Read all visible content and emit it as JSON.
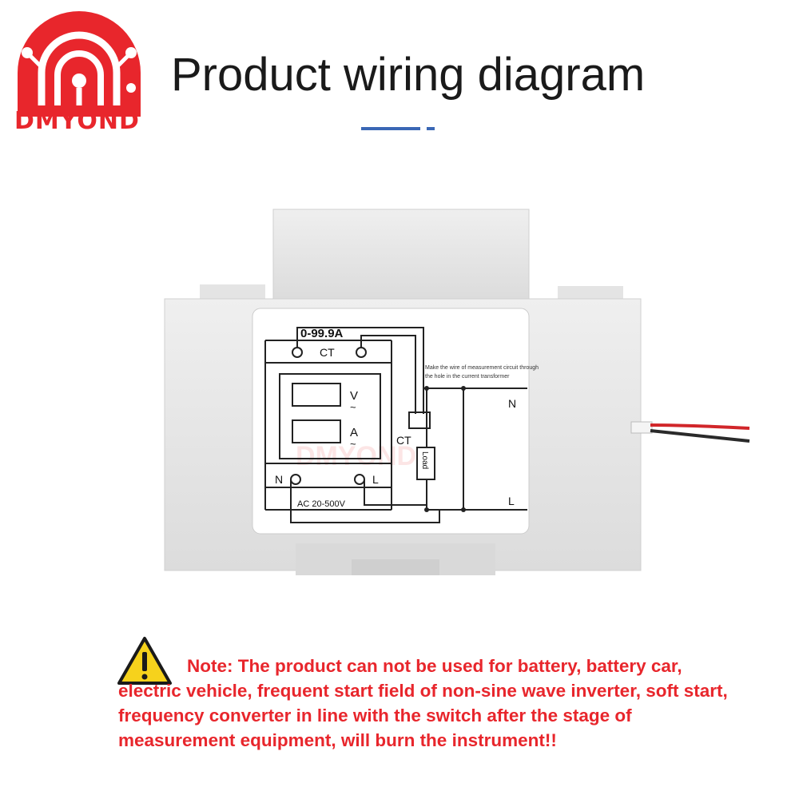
{
  "brand": {
    "name": "DMYOND"
  },
  "header": {
    "title": "Product wiring diagram"
  },
  "label": {
    "range": "0-99.9A",
    "ct_top": "CT",
    "v_symbol": "V",
    "a_symbol": "A",
    "tilde": "~",
    "ct_side": "CT",
    "n_terminal": "N",
    "l_terminal": "L",
    "supply": "AC 20-500V",
    "line_n": "N",
    "line_l": "L",
    "load": "Load",
    "instruction_line1": "Make the wire of measurement circuit through",
    "instruction_line2": "the hole in the current transformer"
  },
  "watermark": "DMYOND",
  "note": {
    "text": "Note: The product can not be used for battery, battery car, electric vehicle, frequent start field of non-sine wave inverter, soft start, frequency converter in line with the switch after the stage of measurement equipment, will burn the instrument!!"
  },
  "colors": {
    "brand_red": "#e8262c",
    "title_text": "#1a1a1a",
    "accent_blue": "#3a67b5",
    "device_grey": "#e7e7e7",
    "label_white": "#ffffff",
    "warning_yellow": "#f6d21c"
  },
  "icons": {
    "warning": "warning-triangle-icon",
    "logo": "wifi-arch-logo-icon"
  }
}
